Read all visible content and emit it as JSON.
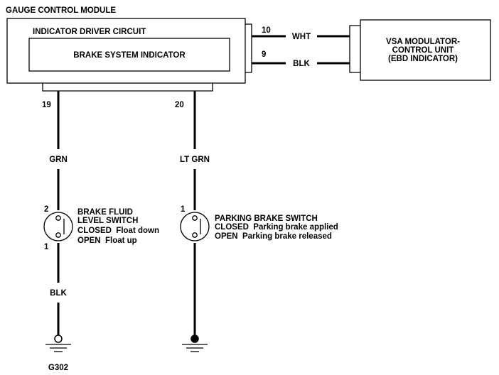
{
  "gauge_module": {
    "title": "GAUGE CONTROL MODULE",
    "circuit_label": "INDICATOR DRIVER CIRCUIT",
    "indicator_label": "BRAKE SYSTEM INDICATOR"
  },
  "vsa_unit": {
    "line1": "VSA MODULATOR-",
    "line2": "CONTROL UNIT",
    "line3": "(EBD INDICATOR)"
  },
  "vsa_wires": [
    {
      "pin": "10",
      "color": "WHT"
    },
    {
      "pin": "9",
      "color": "BLK"
    }
  ],
  "left_branch": {
    "pin_top": "19",
    "wire_color": "GRN",
    "switch": {
      "pin_top": "2",
      "pin_bottom": "1",
      "lines": [
        "BRAKE FLUID",
        "LEVEL SWITCH",
        "CLOSED  Float down",
        "OPEN  Float up"
      ]
    },
    "ground_wire_color": "BLK",
    "ground_label": "G302"
  },
  "right_branch": {
    "pin_top": "20",
    "wire_color": "LT GRN",
    "switch": {
      "pin_top": "1",
      "lines": [
        "PARKING BRAKE SWITCH",
        "CLOSED  Parking brake applied",
        "OPEN  Parking brake released"
      ]
    }
  }
}
